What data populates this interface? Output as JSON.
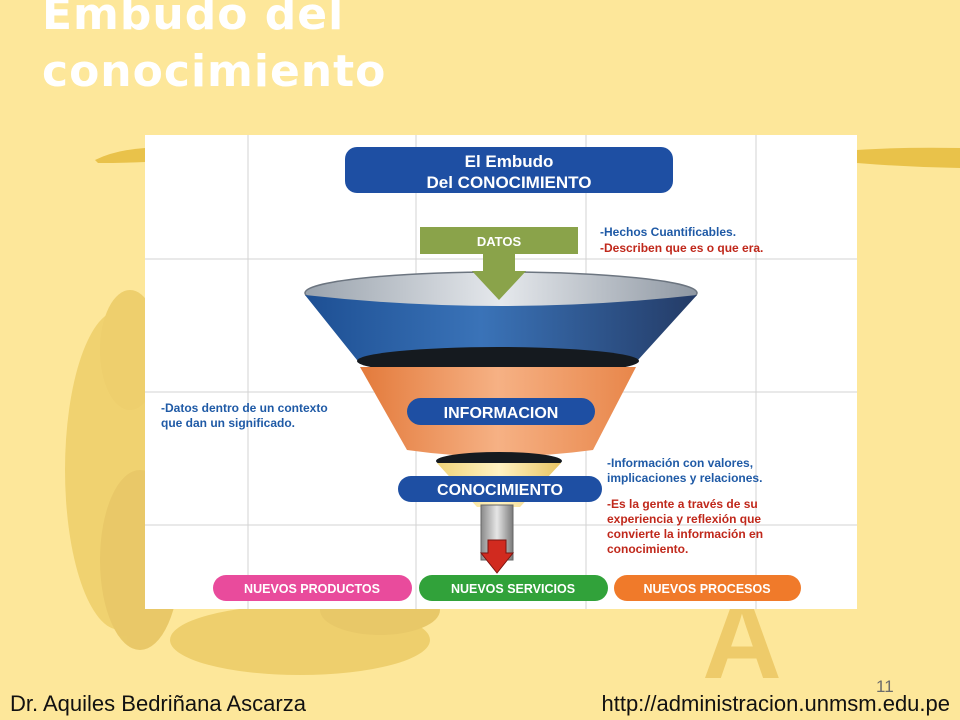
{
  "slide": {
    "title_line1": "Embudo del",
    "title_line2": "conocimiento",
    "slide_number": "11",
    "footer_author": "Dr. Aquiles Bedriñana Ascarza",
    "footer_url": "http://administracion.unmsm.edu.pe",
    "watermark_letter": "A"
  },
  "diagram": {
    "header_line1": "El Embudo",
    "header_line2": "Del CONOCIMIENTO",
    "input_label": "DATOS",
    "layer1_label": "INFORMACION",
    "layer2_label": "CONOCIMIENTO",
    "datos_note_line1": "-Hechos Cuantificables.",
    "datos_note_line2": "-Describen que es o que era.",
    "informacion_note_line1": "-Datos dentro de un contexto",
    "informacion_note_line2": "que dan un significado.",
    "conocimiento_note1_line1": "-Información con valores,",
    "conocimiento_note1_line2": "implicaciones y relaciones.",
    "conocimiento_note2_line1": "-Es la gente a través de su",
    "conocimiento_note2_line2": "experiencia y reflexión que",
    "conocimiento_note2_line3": "convierte la información en",
    "conocimiento_note2_line4": "conocimiento.",
    "output1_label": "NUEVOS PRODUCTOS",
    "output2_label": "NUEVOS SERVICIOS",
    "output3_label": "NUEVOS PROCESOS"
  },
  "colors": {
    "slide_background": "#fde79a",
    "header_blue": "#1e4fa3",
    "datos_green": "#8aa34a",
    "note_blue": "#1f5aa6",
    "note_red": "#c0281b",
    "output_pink": "#e94b9c",
    "output_green": "#31a23a",
    "output_orange": "#f07a2a"
  }
}
